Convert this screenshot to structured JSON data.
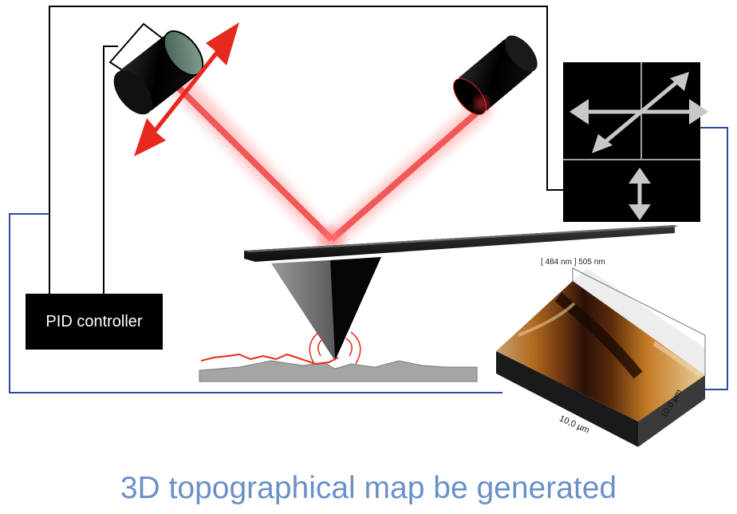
{
  "pid_controller": {
    "label": "PID controller"
  },
  "topography": {
    "z_scale": "[ 484 nm ] 505 nm",
    "x_axis": "10,0 µm",
    "y_axis": "10,0 µm"
  },
  "caption": "3D topographical map be generated",
  "icons": [
    "laser-icon",
    "mirror-icon",
    "photodetector-icon",
    "direction-arrows-icon"
  ],
  "colors": {
    "laser": "#e8281e",
    "feedback_wire": "#2b4aa0",
    "caption": "#6a90c8",
    "detector": "#000000",
    "sample": "#a5a5a5"
  }
}
